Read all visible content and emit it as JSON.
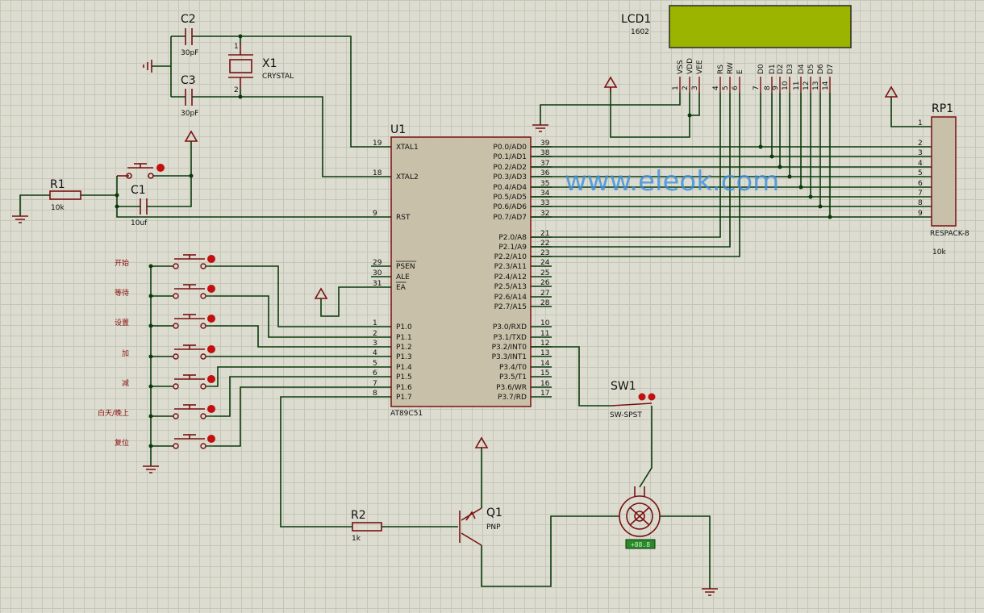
{
  "watermark": "www.eleok.com",
  "components": {
    "lcd": {
      "ref": "LCD1",
      "value": "1602",
      "pins": [
        "VSS",
        "VDD",
        "VEE",
        "RS",
        "RW",
        "E",
        "D0",
        "D1",
        "D2",
        "D3",
        "D4",
        "D5",
        "D6",
        "D7"
      ],
      "pin_numbers": [
        "1",
        "2",
        "3",
        "4",
        "5",
        "6",
        "7",
        "8",
        "9",
        "10",
        "11",
        "12",
        "13",
        "14"
      ]
    },
    "c2": {
      "ref": "C2",
      "value": "30pF"
    },
    "c3": {
      "ref": "C3",
      "value": "30pF"
    },
    "x1": {
      "ref": "X1",
      "value": "CRYSTAL"
    },
    "r1": {
      "ref": "R1",
      "value": "10k"
    },
    "c1": {
      "ref": "C1",
      "value": "10uf"
    },
    "u1": {
      "ref": "U1",
      "value": "AT89C51"
    },
    "rp1": {
      "ref": "RP1",
      "value": "RESPACK-8",
      "value2": "10k"
    },
    "sw1": {
      "ref": "SW1",
      "value": "SW-SPST"
    },
    "r2": {
      "ref": "R2",
      "value": "1k"
    },
    "q1": {
      "ref": "Q1",
      "value": "PNP"
    },
    "motor_label": "+88.8"
  },
  "u1_left_pins": [
    {
      "n": "19",
      "name": "XTAL1"
    },
    {
      "n": "18",
      "name": "XTAL2"
    },
    {
      "n": "9",
      "name": "RST"
    },
    {
      "n": "29",
      "name": "PSEN"
    },
    {
      "n": "30",
      "name": "ALE"
    },
    {
      "n": "31",
      "name": "EA"
    },
    {
      "n": "1",
      "name": "P1.0"
    },
    {
      "n": "2",
      "name": "P1.1"
    },
    {
      "n": "3",
      "name": "P1.2"
    },
    {
      "n": "4",
      "name": "P1.3"
    },
    {
      "n": "5",
      "name": "P1.4"
    },
    {
      "n": "6",
      "name": "P1.5"
    },
    {
      "n": "7",
      "name": "P1.6"
    },
    {
      "n": "8",
      "name": "P1.7"
    }
  ],
  "u1_right_pins": [
    {
      "n": "39",
      "name": "P0.0/AD0"
    },
    {
      "n": "38",
      "name": "P0.1/AD1"
    },
    {
      "n": "37",
      "name": "P0.2/AD2"
    },
    {
      "n": "36",
      "name": "P0.3/AD3"
    },
    {
      "n": "35",
      "name": "P0.4/AD4"
    },
    {
      "n": "34",
      "name": "P0.5/AD5"
    },
    {
      "n": "33",
      "name": "P0.6/AD6"
    },
    {
      "n": "32",
      "name": "P0.7/AD7"
    },
    {
      "n": "21",
      "name": "P2.0/A8"
    },
    {
      "n": "22",
      "name": "P2.1/A9"
    },
    {
      "n": "23",
      "name": "P2.2/A10"
    },
    {
      "n": "24",
      "name": "P2.3/A11"
    },
    {
      "n": "25",
      "name": "P2.4/A12"
    },
    {
      "n": "26",
      "name": "P2.5/A13"
    },
    {
      "n": "27",
      "name": "P2.6/A14"
    },
    {
      "n": "28",
      "name": "P2.7/A15"
    },
    {
      "n": "10",
      "name": "P3.0/RXD"
    },
    {
      "n": "11",
      "name": "P3.1/TXD"
    },
    {
      "n": "12",
      "name": "P3.2/INT0"
    },
    {
      "n": "13",
      "name": "P3.3/INT1"
    },
    {
      "n": "14",
      "name": "P3.4/T0"
    },
    {
      "n": "15",
      "name": "P3.5/T1"
    },
    {
      "n": "16",
      "name": "P3.6/WR"
    },
    {
      "n": "17",
      "name": "P3.7/RD"
    }
  ],
  "rp1_pins": [
    "1",
    "2",
    "3",
    "4",
    "5",
    "6",
    "7",
    "8",
    "9"
  ],
  "buttons": [
    "开始",
    "等待",
    "设置",
    "加",
    "减",
    "白天/晚上",
    "复位"
  ],
  "colors": {
    "wire": "#0a3a0a",
    "part": "#7a1010",
    "lcd_screen": "#9ab400",
    "chip_body": "#c8c0a8",
    "button_dot": "#c01010"
  }
}
